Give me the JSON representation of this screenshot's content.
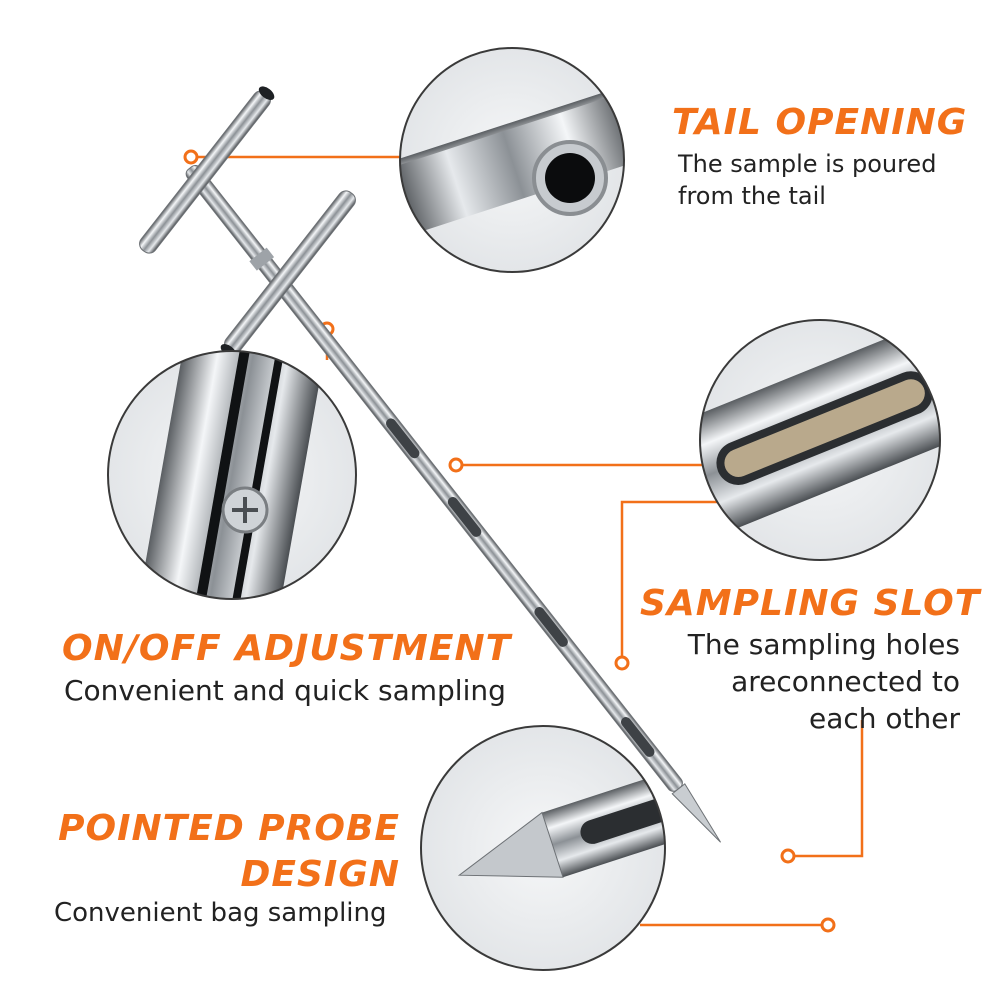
{
  "callouts": [
    {
      "title": "TAIL OPENING",
      "description": "The sample is poured from the tail"
    },
    {
      "title": "SAMPLING SLOT",
      "description": "The sampling holes areconnected to each other"
    },
    {
      "title": "ON/OFF ADJUSTMENT",
      "description": "Convenient and quick sampling"
    },
    {
      "title": "POINTED PROBE DESIGN",
      "description": "Convenient bag sampling"
    }
  ],
  "colors": {
    "accent": "#f27019",
    "text": "#222222",
    "metal": "#b8bcc0"
  }
}
